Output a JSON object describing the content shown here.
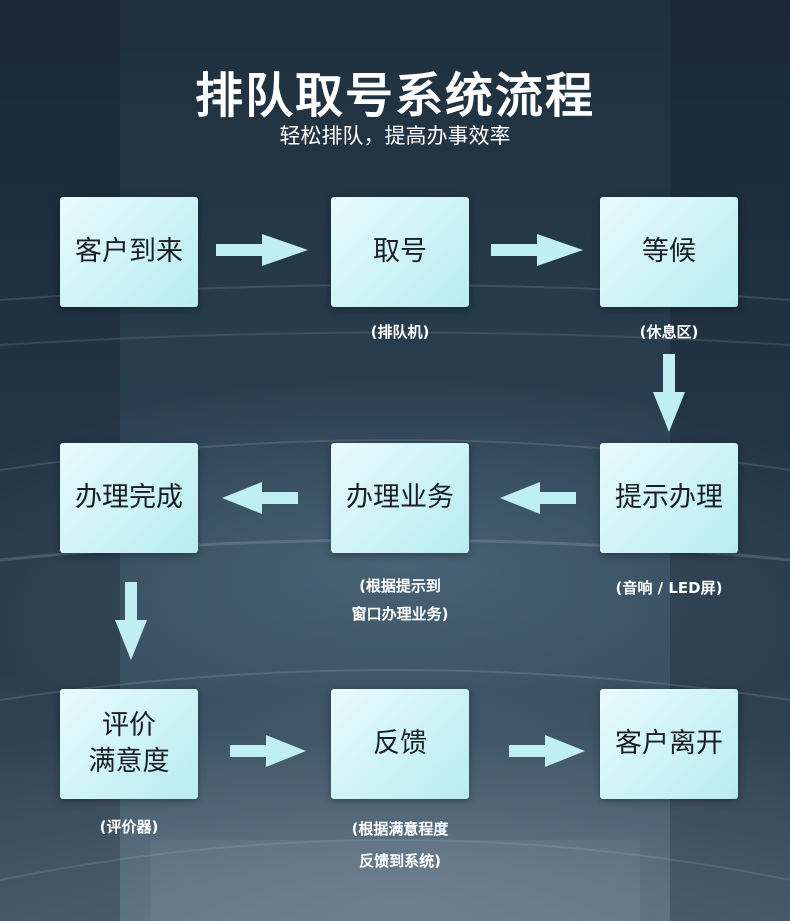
{
  "header": {
    "title": "排队取号系统流程",
    "subtitle": "轻松排队，提高办事效率"
  },
  "steps": [
    {
      "label": "客户到来",
      "note": ""
    },
    {
      "label": "取号",
      "note": "(排队机)"
    },
    {
      "label": "等候",
      "note": "(休息区)"
    },
    {
      "label": "提示办理",
      "note": "(音响 / LED屏)"
    },
    {
      "label": "办理业务",
      "note": "(根据提示到\n窗口办理业务)"
    },
    {
      "label": "办理完成",
      "note": ""
    },
    {
      "label": "评价\n满意度",
      "note": "(评价器)"
    },
    {
      "label": "反馈",
      "note": "(根据满意程度\n反馈到系统)"
    },
    {
      "label": "客户离开",
      "note": ""
    }
  ],
  "colors": {
    "box_fill": "#d2f4f7",
    "arrow_fill": "#bfeef3",
    "text_dark": "#1b1f24",
    "text_light": "#ffffff"
  }
}
